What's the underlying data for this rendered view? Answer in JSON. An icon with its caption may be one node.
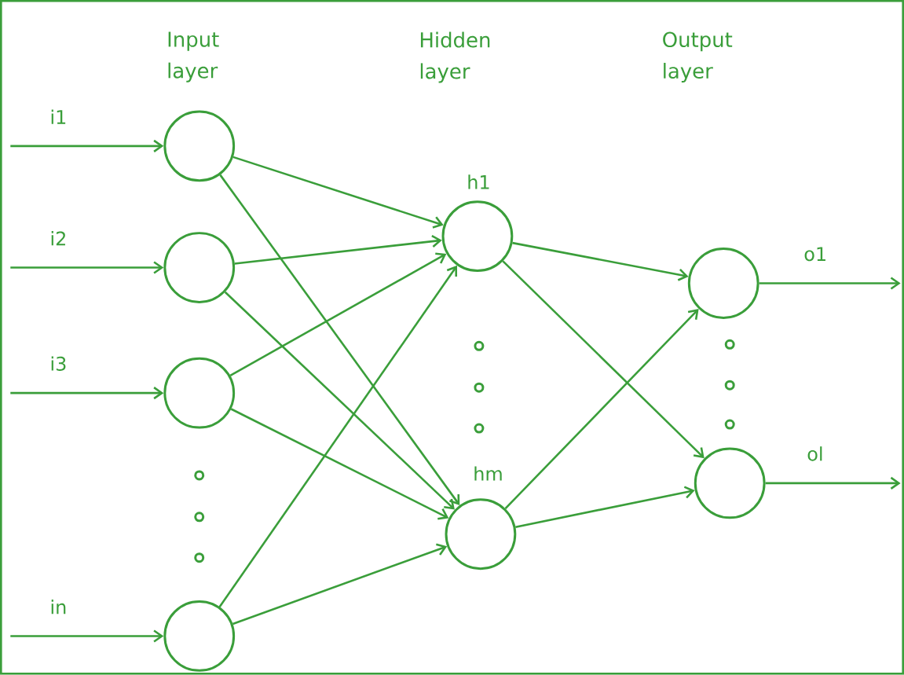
{
  "diagram": {
    "nodes": [
      {
        "text": [],
        "shape": "circle"
      },
      {
        "text": [],
        "shape": "circle"
      },
      {
        "text": [],
        "shape": "circle"
      },
      {
        "text": [],
        "shape": "circle"
      },
      {
        "text": [],
        "shape": "circle",
        "beside": [
          "h1"
        ]
      },
      {
        "text": [],
        "shape": "circle",
        "beside": [
          "hm"
        ]
      },
      {
        "text": [],
        "shape": "circle"
      },
      {
        "text": [],
        "shape": "circle"
      }
    ],
    "edges": [
      {
        "from": null,
        "to": 0,
        "arrow": "to",
        "label": "i1"
      },
      {
        "from": null,
        "to": 1,
        "arrow": "to",
        "label": "i2"
      },
      {
        "from": null,
        "to": 2,
        "arrow": "to",
        "label": "i3"
      },
      {
        "from": null,
        "to": 3,
        "arrow": "to",
        "label": "in"
      },
      {
        "from": 0,
        "to": 4,
        "arrow": "to"
      },
      {
        "from": 0,
        "to": 5,
        "arrow": "to"
      },
      {
        "from": 1,
        "to": 4,
        "arrow": "to"
      },
      {
        "from": 1,
        "to": 5,
        "arrow": "to"
      },
      {
        "from": 2,
        "to": 4,
        "arrow": "to"
      },
      {
        "from": 2,
        "to": 5,
        "arrow": "to"
      },
      {
        "from": 3,
        "to": 4,
        "arrow": "to"
      },
      {
        "from": 3,
        "to": 5,
        "arrow": "to"
      },
      {
        "from": 4,
        "to": 6,
        "arrow": "to"
      },
      {
        "from": 4,
        "to": 7,
        "arrow": "to"
      },
      {
        "from": 5,
        "to": 6,
        "arrow": "to"
      },
      {
        "from": 5,
        "to": 7,
        "arrow": "to"
      },
      {
        "from": 6,
        "to": null,
        "arrow": "to",
        "label": "o1"
      },
      {
        "from": 7,
        "to": null,
        "arrow": "to",
        "label": "ol"
      }
    ],
    "labels": [
      "Input layer",
      "Hidden layer",
      "Output layer"
    ]
  }
}
